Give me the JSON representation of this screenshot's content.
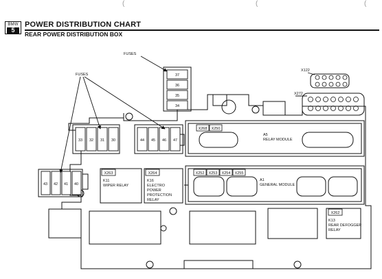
{
  "header": {
    "logo_top": "BMW",
    "logo_number": "5",
    "title": "POWER DISTRIBUTION CHART",
    "subtitle": "REAR POWER DISTRIBUTION BOX"
  },
  "callouts": {
    "fuses_top": "FUSES",
    "fuses_left": "FUSES"
  },
  "fuse_groups": {
    "top_stack": [
      "37",
      "36",
      "35",
      "34"
    ],
    "middle_left": [
      "33",
      "32",
      "31",
      "30"
    ],
    "middle_right": [
      "44",
      "45",
      "46",
      "47"
    ],
    "bottom_left": [
      "43",
      "42",
      "41",
      "40"
    ]
  },
  "connectors": {
    "x122": "X122",
    "x272": "X272",
    "x268": "X268",
    "x250": "X250",
    "x252": "X252",
    "x253": "X253",
    "x254": "X254",
    "x255": "X255",
    "x263": "X263",
    "x264": "X264",
    "x262": "X262"
  },
  "modules": {
    "a5": {
      "code": "A5",
      "name": "RELAY MODULE"
    },
    "a1": {
      "code": "A1",
      "name": "GENERAL MODULE"
    }
  },
  "relays": {
    "k11": {
      "code": "K11",
      "lines": [
        "WIPER RELAY"
      ]
    },
    "k16": {
      "code": "K16",
      "lines": [
        "ELECTRO",
        "POWER",
        "PROTECTION",
        "RELAY"
      ]
    },
    "k13": {
      "code": "K13",
      "lines": [
        "REAR DEFOGGER",
        "RELAY"
      ]
    }
  }
}
